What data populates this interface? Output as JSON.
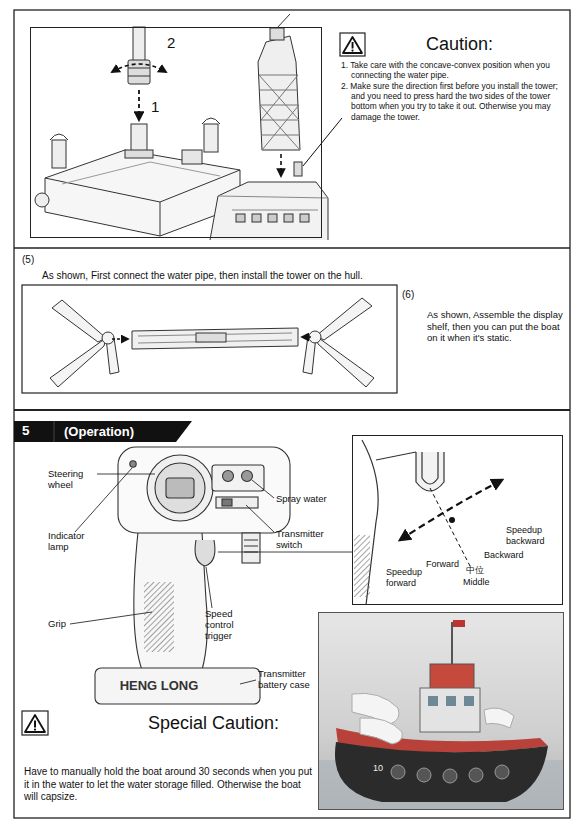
{
  "diagram": {
    "nodes": [
      {
        "text": [
          "2",
          "1"
        ]
      },
      {
        "text": [
          "5",
          "(Operation)"
        ]
      },
      {
        "text": [
          "Speedup backward",
          "Backward",
          "Forward",
          "Speedup forward",
          "中位",
          "Middle"
        ]
      },
      {
        "text": [
          "10"
        ]
      }
    ],
    "labels": [
      "Caution:",
      "1. Take care with the concave-convex position when you connecting the water pipe.",
      "2. Make sure the direction first before you install the tower; and you need to press hard the two sides of the tower bottom when you try to take it out. Otherwise you may damage the tower.",
      "(5)",
      "As shown, First connect the water pipe, then install the tower on the hull.",
      "(6)",
      "As shown, Assemble the display shelf, then you can put the boat on it when it's static.",
      "Steering wheel",
      "Indicator lamp",
      "Spray water",
      "Transmitter switch",
      "Grip",
      "Speed control trigger",
      "Transmitter battery case",
      "HENG LONG",
      "Special Caution:",
      "Have to manually hold the boat around 30 seconds when you put it in the water to let the water storage filled. Otherwise the boat will capsize."
    ]
  }
}
